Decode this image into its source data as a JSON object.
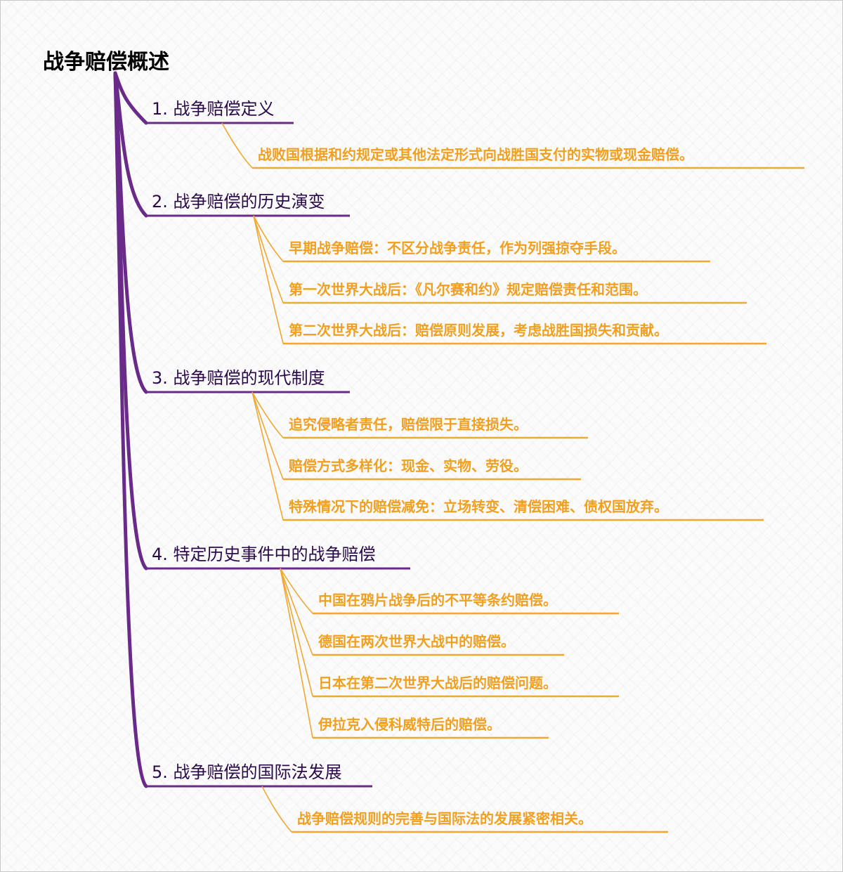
{
  "title": "战争赔偿概述",
  "colors": {
    "branch_line": "#6a2a8a",
    "leaf_line": "#f0a830",
    "leaf_text": "#f0a020",
    "branch_text": "#2a0a4a"
  },
  "branches": [
    {
      "label": "1. 战争赔偿定义",
      "leaves": [
        "战败国根据和约规定或其他法定形式向战胜国支付的实物或现金赔偿。"
      ]
    },
    {
      "label": "2. 战争赔偿的历史演变",
      "leaves": [
        "早期战争赔偿：不区分战争责任，作为列强掠夺手段。",
        "第一次世界大战后：《凡尔赛和约》规定赔偿责任和范围。",
        "第二次世界大战后：赔偿原则发展，考虑战胜国损失和贡献。"
      ]
    },
    {
      "label": "3. 战争赔偿的现代制度",
      "leaves": [
        "追究侵略者责任，赔偿限于直接损失。",
        "赔偿方式多样化：现金、实物、劳役。",
        "特殊情况下的赔偿减免：立场转变、清偿困难、债权国放弃。"
      ]
    },
    {
      "label": "4. 特定历史事件中的战争赔偿",
      "leaves": [
        "中国在鸦片战争后的不平等条约赔偿。",
        "德国在两次世界大战中的赔偿。",
        "日本在第二次世界大战后的赔偿问题。",
        "伊拉克入侵科威特后的赔偿。"
      ]
    },
    {
      "label": "5. 战争赔偿的国际法发展",
      "leaves": [
        "战争赔偿规则的完善与国际法的发展紧密相关。"
      ]
    }
  ]
}
